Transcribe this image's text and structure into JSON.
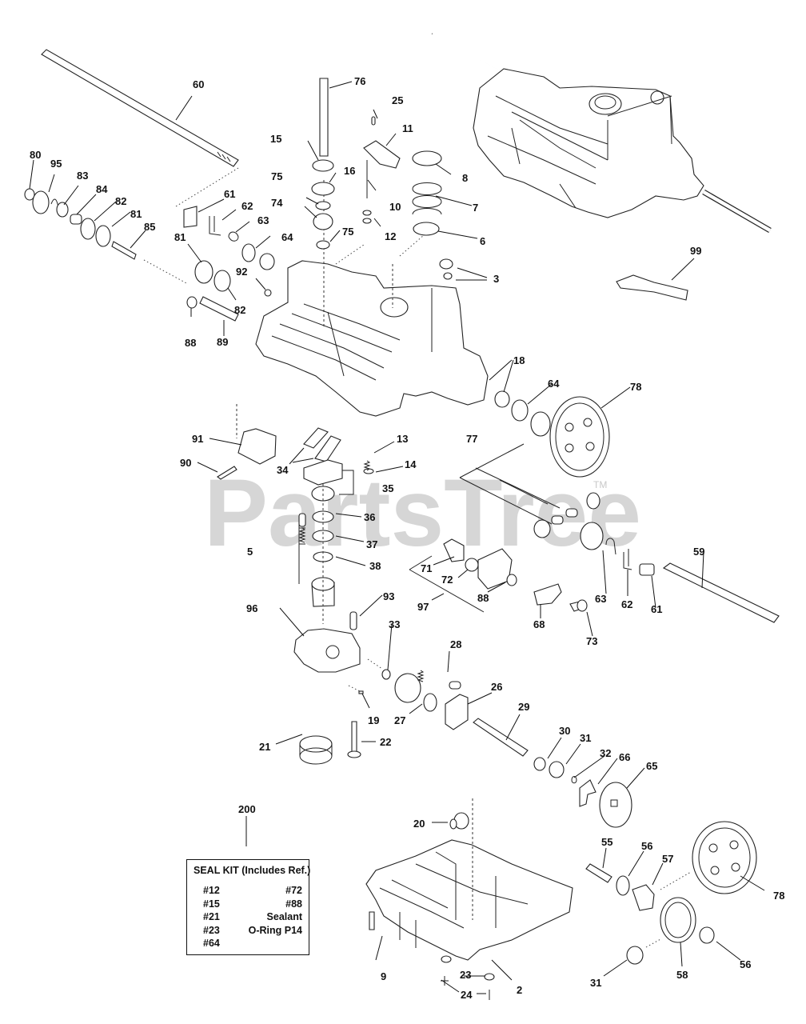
{
  "diagram": {
    "title": "Transmission exploded parts diagram",
    "watermark": "PartsTree",
    "watermark_tm": "TM",
    "callouts": {
      "c60": "60",
      "c76": "76",
      "c25": "25",
      "c11": "11",
      "c15": "15",
      "c16": "16",
      "c8": "8",
      "c7": "7",
      "c10": "10",
      "c75a": "75",
      "c74": "74",
      "c75b": "75",
      "c12": "12",
      "c6": "6",
      "c3": "3",
      "c99": "99",
      "c80": "80",
      "c95": "95",
      "c83": "83",
      "c84": "84",
      "c82a": "82",
      "c81a": "81",
      "c85": "85",
      "c61a": "61",
      "c62a": "62",
      "c63a": "63",
      "c64a": "64",
      "c81b": "81",
      "c92": "92",
      "c82b": "82",
      "c88a": "88",
      "c89": "89",
      "c18": "18",
      "c64b": "64",
      "c78a": "78",
      "c77": "77",
      "c91": "91",
      "c90": "90",
      "c34": "34",
      "c13": "13",
      "c14": "14",
      "c35": "35",
      "c36": "36",
      "c37": "37",
      "c38": "38",
      "c5": "5",
      "c71": "71",
      "c72": "72",
      "c97": "97",
      "c88b": "88",
      "c68": "68",
      "c73": "73",
      "c63b": "63",
      "c62b": "62",
      "c61b": "61",
      "c59": "59",
      "c96": "96",
      "c93": "93",
      "c33": "33",
      "c28": "28",
      "c19": "19",
      "c27": "27",
      "c26": "26",
      "c29": "29",
      "c21": "21",
      "c22": "22",
      "c30": "30",
      "c31a": "31",
      "c32": "32",
      "c66": "66",
      "c65": "65",
      "c200": "200",
      "c20": "20",
      "c9": "9",
      "c23": "23",
      "c24": "24",
      "c2": "2",
      "c55": "55",
      "c56a": "56",
      "c57": "57",
      "c78b": "78",
      "c58": "58",
      "c31b": "31",
      "c56b": "56"
    },
    "seal_kit": {
      "title": "SEAL KIT (Includes Ref.)",
      "left_items": [
        "#12",
        "#15",
        "#21",
        "#23",
        "#64"
      ],
      "right_items": [
        "#72",
        "#88",
        "Sealant",
        "O-Ring P14"
      ]
    }
  }
}
